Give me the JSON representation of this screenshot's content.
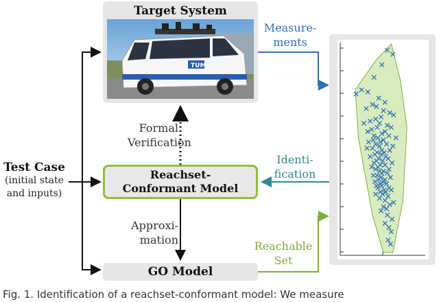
{
  "target_system": {
    "title": "Target System"
  },
  "model": {
    "line1": "Reachset-",
    "line2": "Conformant Model"
  },
  "go_model": {
    "title": "GO Model"
  },
  "test_case": {
    "title": "Test Case",
    "line1": "(initial state",
    "line2": "and inputs)"
  },
  "edges": {
    "measurements": [
      "Measure-",
      "ments"
    ],
    "formal_verification": [
      "Formal",
      "Verification"
    ],
    "identification": [
      "Identi-",
      "fication"
    ],
    "approximation": [
      "Approxi-",
      "mation"
    ],
    "reachable_set": [
      "Reachable",
      "Set"
    ]
  },
  "vehicle_logo": "TUM",
  "caption": "Fig. 1.   Identification of a reachset-conformant model: We measure",
  "colors": {
    "blue": "#2f6fb5",
    "teal": "#2e8a8e",
    "green": "#7ab03a",
    "box": "#e6e6e6",
    "polygon_fill": "#d9ecbf"
  },
  "chart_data": {
    "type": "scatter",
    "series": [
      {
        "marker": "x",
        "x": [
          0.55,
          0.62,
          0.48,
          0.38,
          0.22,
          0.15,
          0.3,
          0.44,
          0.52,
          0.41,
          0.36,
          0.28,
          0.5,
          0.58,
          0.63,
          0.47,
          0.4,
          0.33,
          0.25,
          0.45,
          0.55,
          0.6,
          0.42,
          0.35,
          0.3,
          0.52,
          0.48,
          0.38,
          0.57,
          0.66,
          0.43,
          0.37,
          0.5,
          0.46,
          0.31,
          0.4,
          0.54,
          0.62,
          0.45,
          0.29,
          0.36,
          0.48,
          0.58,
          0.51,
          0.42,
          0.39,
          0.47,
          0.53,
          0.33,
          0.44,
          0.56,
          0.41,
          0.49,
          0.61,
          0.38,
          0.46,
          0.52,
          0.35,
          0.43,
          0.57,
          0.4,
          0.5,
          0.45,
          0.48,
          0.55,
          0.37,
          0.42,
          0.59,
          0.47,
          0.52,
          0.44,
          0.39,
          0.5,
          0.46,
          0.54,
          0.41,
          0.48,
          0.57,
          0.43,
          0.51,
          0.6,
          0.46,
          0.53,
          0.4,
          0.49,
          0.56,
          0.45,
          0.52,
          0.63,
          0.58,
          0.5,
          0.54,
          0.47,
          0.55,
          0.61,
          0.52,
          0.57,
          0.6,
          0.56,
          0.59
        ],
        "y": [
          0.97,
          0.95,
          0.9,
          0.84,
          0.78,
          0.76,
          0.77,
          0.74,
          0.72,
          0.7,
          0.71,
          0.69,
          0.68,
          0.67,
          0.66,
          0.65,
          0.64,
          0.63,
          0.62,
          0.62,
          0.61,
          0.6,
          0.6,
          0.59,
          0.58,
          0.58,
          0.57,
          0.56,
          0.56,
          0.55,
          0.55,
          0.54,
          0.54,
          0.53,
          0.53,
          0.52,
          0.52,
          0.51,
          0.51,
          0.5,
          0.5,
          0.49,
          0.49,
          0.48,
          0.48,
          0.47,
          0.47,
          0.46,
          0.46,
          0.45,
          0.45,
          0.44,
          0.44,
          0.43,
          0.43,
          0.42,
          0.42,
          0.41,
          0.41,
          0.4,
          0.4,
          0.39,
          0.39,
          0.38,
          0.38,
          0.37,
          0.37,
          0.36,
          0.36,
          0.35,
          0.35,
          0.34,
          0.34,
          0.33,
          0.33,
          0.32,
          0.32,
          0.31,
          0.31,
          0.3,
          0.3,
          0.29,
          0.29,
          0.28,
          0.28,
          0.27,
          0.26,
          0.25,
          0.24,
          0.23,
          0.22,
          0.21,
          0.2,
          0.18,
          0.16,
          0.14,
          0.12,
          0.1,
          0.06,
          0.04
        ]
      }
    ],
    "hull": [
      [
        0.6,
        1.0
      ],
      [
        0.72,
        0.82
      ],
      [
        0.8,
        0.6
      ],
      [
        0.75,
        0.25
      ],
      [
        0.62,
        0.0
      ],
      [
        0.5,
        0.0
      ],
      [
        0.36,
        0.18
      ],
      [
        0.18,
        0.55
      ],
      [
        0.14,
        0.78
      ],
      [
        0.4,
        0.92
      ]
    ],
    "xlim": [
      0,
      1
    ],
    "ylim": [
      0,
      1
    ],
    "grid": false
  }
}
